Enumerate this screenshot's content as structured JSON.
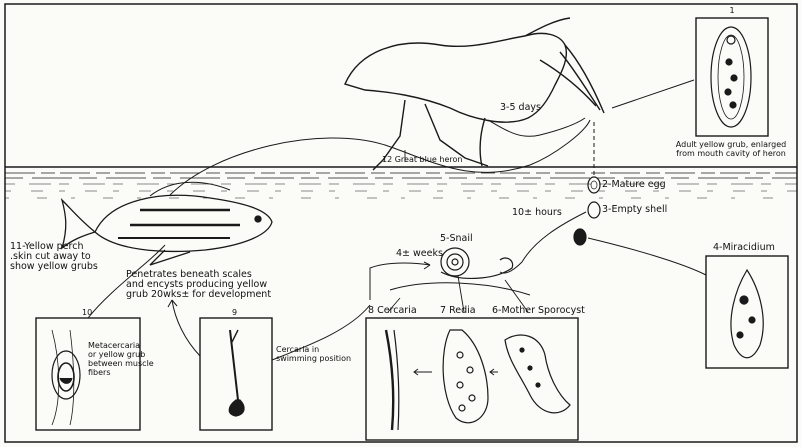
{
  "labels": {
    "l1": "1",
    "adult": "Adult yellow grub, enlarged\nfrom mouth cavity of heron",
    "days": "3-5 days",
    "heron": "12  Great blue heron",
    "egg": "2-Mature egg",
    "shell": "3-Empty shell",
    "hours": "10± hours",
    "miracidium": "4-Miracidium",
    "weeks": "4± weeks",
    "snail": "5-Snail",
    "perch": "11-Yellow perch\n.skin cut away to\nshow yellow grubs",
    "penetrates": "Penetrates beneath scales\nand encysts producing yellow\ngrub 20wks± for development",
    "cercaria": "8 Cercaria",
    "redia": "7 Redia",
    "sporocyst": "6-Mother Sporocyst",
    "n10": "10",
    "meta": "Metacercaria\nor yellow grub\nbetween muscle\nfibers",
    "n9": "9",
    "swim": "Cercaria in\nswimming position"
  },
  "colors": {
    "ink": "#1a1a1a",
    "water": "#555555"
  }
}
